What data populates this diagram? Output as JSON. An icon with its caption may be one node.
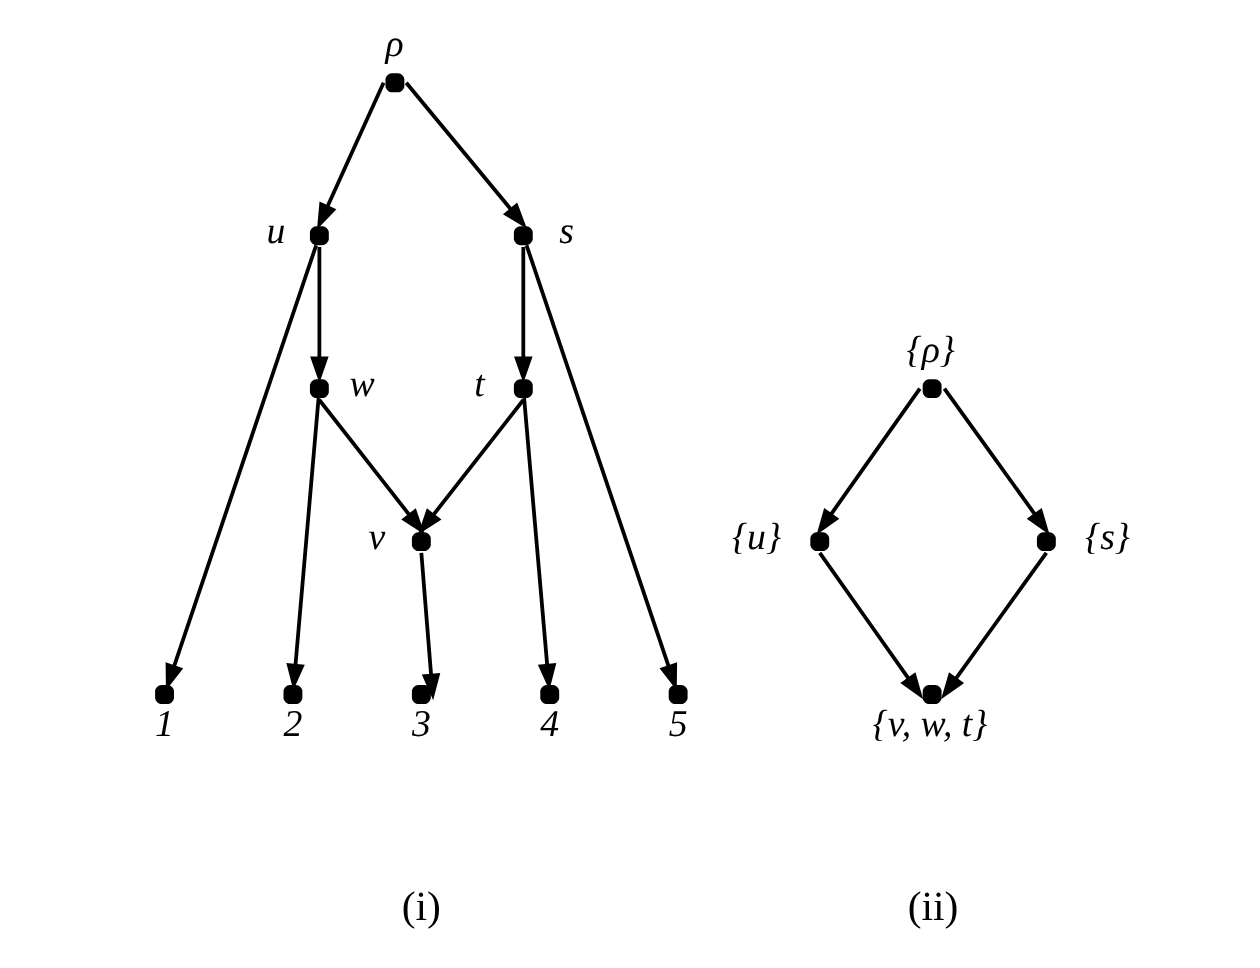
{
  "diagram": {
    "nodes": [
      {
        "text": [],
        "shape": "circle",
        "beside": [
          "ρ"
        ]
      },
      {
        "text": [],
        "shape": "circle",
        "beside": [
          "u"
        ]
      },
      {
        "text": [],
        "shape": "circle",
        "beside": [
          "s"
        ]
      },
      {
        "text": [],
        "shape": "circle",
        "beside": [
          "w"
        ]
      },
      {
        "text": [],
        "shape": "circle",
        "beside": [
          "t"
        ]
      },
      {
        "text": [],
        "shape": "circle",
        "beside": [
          "v"
        ]
      },
      {
        "text": [],
        "shape": "circle",
        "beside": [
          "1"
        ]
      },
      {
        "text": [],
        "shape": "circle",
        "beside": [
          "2"
        ]
      },
      {
        "text": [],
        "shape": "circle",
        "beside": [
          "3"
        ]
      },
      {
        "text": [],
        "shape": "circle",
        "beside": [
          "4"
        ]
      },
      {
        "text": [],
        "shape": "circle",
        "beside": [
          "5"
        ]
      },
      {
        "text": [],
        "shape": "circle",
        "beside": [
          "{ρ}"
        ]
      },
      {
        "text": [],
        "shape": "circle",
        "beside": [
          "{u}"
        ]
      },
      {
        "text": [],
        "shape": "circle",
        "beside": [
          "{s}"
        ]
      },
      {
        "text": [],
        "shape": "circle",
        "beside": [
          "{v, w, t}"
        ]
      }
    ],
    "edges": [
      {
        "from": 0,
        "to": 1,
        "arrow": "to"
      },
      {
        "from": 0,
        "to": 2,
        "arrow": "to"
      },
      {
        "from": 1,
        "to": 3,
        "arrow": "to"
      },
      {
        "from": 1,
        "to": 6,
        "arrow": "to"
      },
      {
        "from": 3,
        "to": 7,
        "arrow": "to"
      },
      {
        "from": 3,
        "to": 5,
        "arrow": "to"
      },
      {
        "from": 2,
        "to": 4,
        "arrow": "to"
      },
      {
        "from": 2,
        "to": 10,
        "arrow": "to"
      },
      {
        "from": 4,
        "to": 5,
        "arrow": "to"
      },
      {
        "from": 4,
        "to": 9,
        "arrow": "to"
      },
      {
        "from": 5,
        "to": 8,
        "arrow": "to"
      },
      {
        "from": 11,
        "to": 12,
        "arrow": "to"
      },
      {
        "from": 11,
        "to": 13,
        "arrow": "to"
      },
      {
        "from": 12,
        "to": 14,
        "arrow": "to"
      },
      {
        "from": 13,
        "to": 14,
        "arrow": "to"
      }
    ],
    "labels": [
      "(i)",
      "(ii)"
    ]
  }
}
